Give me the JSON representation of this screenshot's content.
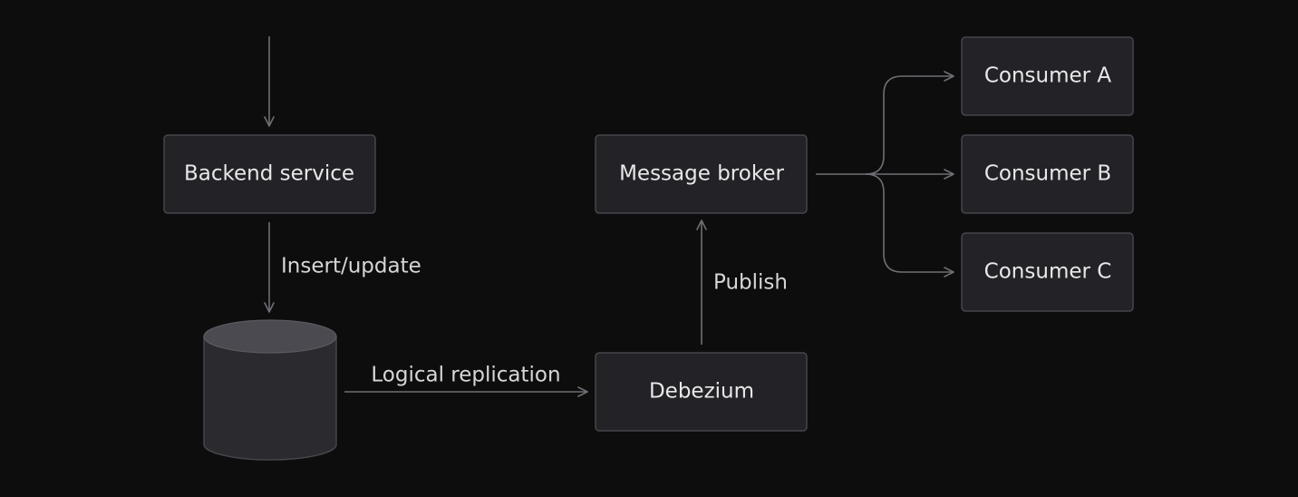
{
  "colors": {
    "background": "#0d0d0e",
    "box_fill": "#232327",
    "box_stroke": "#45454b",
    "line": "#6f6f74",
    "text": "#e8e8ea",
    "cylinder_top": "#4a4a50",
    "cylinder_body": "#2b2b2f"
  },
  "nodes": {
    "backend": "Backend service",
    "database": "",
    "debezium": "Debezium",
    "broker": "Message broker",
    "consumer_a": "Consumer A",
    "consumer_b": "Consumer B",
    "consumer_c": "Consumer C"
  },
  "edges": {
    "insert_update": "Insert/update",
    "logical_replication": "Logical replication",
    "publish": "Publish"
  }
}
